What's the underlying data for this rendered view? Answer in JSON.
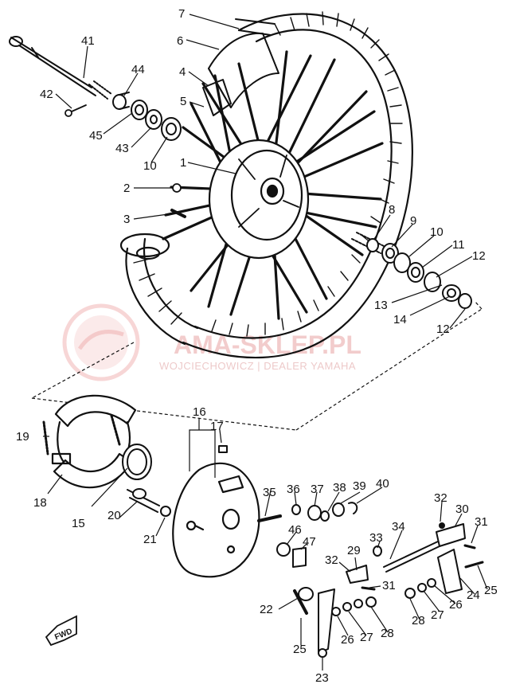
{
  "watermark": {
    "title": "AMA-SKLEP.PL",
    "subtitle": "WOJCIECHOWICZ | DEALER YAMAHA"
  },
  "fwd_label": "FWD",
  "callouts": [
    {
      "id": "c7",
      "text": "7"
    },
    {
      "id": "c6",
      "text": "6"
    },
    {
      "id": "c4",
      "text": "4"
    },
    {
      "id": "c5",
      "text": "5"
    },
    {
      "id": "c41",
      "text": "41"
    },
    {
      "id": "c44",
      "text": "44"
    },
    {
      "id": "c42",
      "text": "42"
    },
    {
      "id": "c45",
      "text": "45"
    },
    {
      "id": "c43",
      "text": "43"
    },
    {
      "id": "c10a",
      "text": "10"
    },
    {
      "id": "c1",
      "text": "1"
    },
    {
      "id": "c2",
      "text": "2"
    },
    {
      "id": "c3",
      "text": "3"
    },
    {
      "id": "c8",
      "text": "8"
    },
    {
      "id": "c9",
      "text": "9"
    },
    {
      "id": "c10b",
      "text": "10"
    },
    {
      "id": "c11",
      "text": "11"
    },
    {
      "id": "c12a",
      "text": "12"
    },
    {
      "id": "c13",
      "text": "13"
    },
    {
      "id": "c14",
      "text": "14"
    },
    {
      "id": "c12b",
      "text": "12"
    },
    {
      "id": "c16",
      "text": "16"
    },
    {
      "id": "c17",
      "text": "17"
    },
    {
      "id": "c19",
      "text": "19"
    },
    {
      "id": "c18",
      "text": "18"
    },
    {
      "id": "c15",
      "text": "15"
    },
    {
      "id": "c20",
      "text": "20"
    },
    {
      "id": "c21",
      "text": "21"
    },
    {
      "id": "c35",
      "text": "35"
    },
    {
      "id": "c36",
      "text": "36"
    },
    {
      "id": "c37",
      "text": "37"
    },
    {
      "id": "c38",
      "text": "38"
    },
    {
      "id": "c39",
      "text": "39"
    },
    {
      "id": "c40",
      "text": "40"
    },
    {
      "id": "c32a",
      "text": "32"
    },
    {
      "id": "c30",
      "text": "30"
    },
    {
      "id": "c31a",
      "text": "31"
    },
    {
      "id": "c34",
      "text": "34"
    },
    {
      "id": "c33",
      "text": "33"
    },
    {
      "id": "c46",
      "text": "46"
    },
    {
      "id": "c47",
      "text": "47"
    },
    {
      "id": "c29",
      "text": "29"
    },
    {
      "id": "c32b",
      "text": "32"
    },
    {
      "id": "c31b",
      "text": "31"
    },
    {
      "id": "c25a",
      "text": "25"
    },
    {
      "id": "c24",
      "text": "24"
    },
    {
      "id": "c26a",
      "text": "26"
    },
    {
      "id": "c27a",
      "text": "27"
    },
    {
      "id": "c28a",
      "text": "28"
    },
    {
      "id": "c22",
      "text": "22"
    },
    {
      "id": "c25b",
      "text": "25"
    },
    {
      "id": "c26b",
      "text": "26"
    },
    {
      "id": "c27b",
      "text": "27"
    },
    {
      "id": "c28b",
      "text": "28"
    },
    {
      "id": "c23",
      "text": "23"
    }
  ]
}
